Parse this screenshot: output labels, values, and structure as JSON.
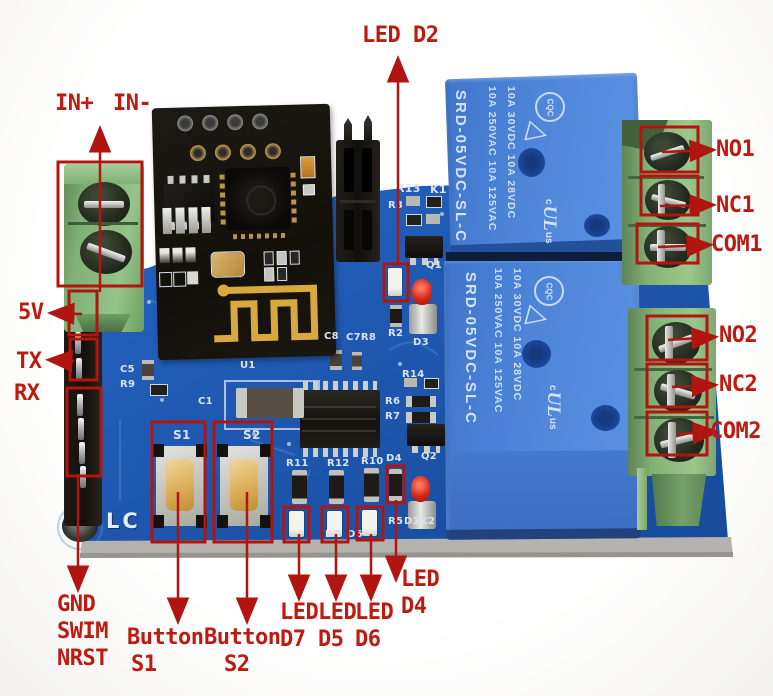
{
  "annotations": {
    "in_plus": "IN+",
    "in_minus": "IN-",
    "led_d2": "LED D2",
    "no1": "NO1",
    "nc1": "NC1",
    "com1": "COM1",
    "no2": "NO2",
    "nc2": "NC2",
    "com2": "COM2",
    "v5": "5V",
    "tx": "TX",
    "rx": "RX",
    "gnd": "GND",
    "swim": "SWIM",
    "nrst": "NRST",
    "button": "Button",
    "s1": "S1",
    "s2": "S2",
    "led": "LED",
    "d7": "D7",
    "d5": "D5",
    "d6": "D6",
    "d4": "D4"
  },
  "relay": {
    "model": "SRD-05VDC-SL-C",
    "rating_line1": "10A 250VAC 10A 125VAC",
    "rating_line2": "10A 30VDC 10A 28VDC",
    "cqc": "CQC",
    "triangle_mark": "△",
    "ul_c": "c",
    "ul_mark": "UL",
    "ul_us": "us"
  },
  "silkscreen": {
    "r13": "R13",
    "k1": "K1",
    "r3": "R3",
    "q1": "Q1",
    "r2": "R2",
    "d3": "D3",
    "c8": "C8",
    "c7r8": "C7R8",
    "c5": "C5",
    "r9": "R9",
    "u1": "U1",
    "c1": "C1",
    "s1": "S1",
    "s2": "S2",
    "r11": "R11",
    "r12": "R12",
    "r10": "R10",
    "r14": "R14",
    "r6": "R6",
    "r7": "R7",
    "d4": "D4",
    "q2": "Q2",
    "r5": "R5",
    "d1": "D1",
    "k2": "K2",
    "d5": "D5",
    "d6": "D6",
    "lc": "LC"
  },
  "colors": {
    "annotation_red": "#bd1a10",
    "pcb_blue": "#1e57ae",
    "relay_blue": "#4a80d4",
    "terminal_green": "#8fbc7f",
    "antenna_gold": "#d9a93f",
    "board_edge_gray": "#b5b3ae"
  }
}
